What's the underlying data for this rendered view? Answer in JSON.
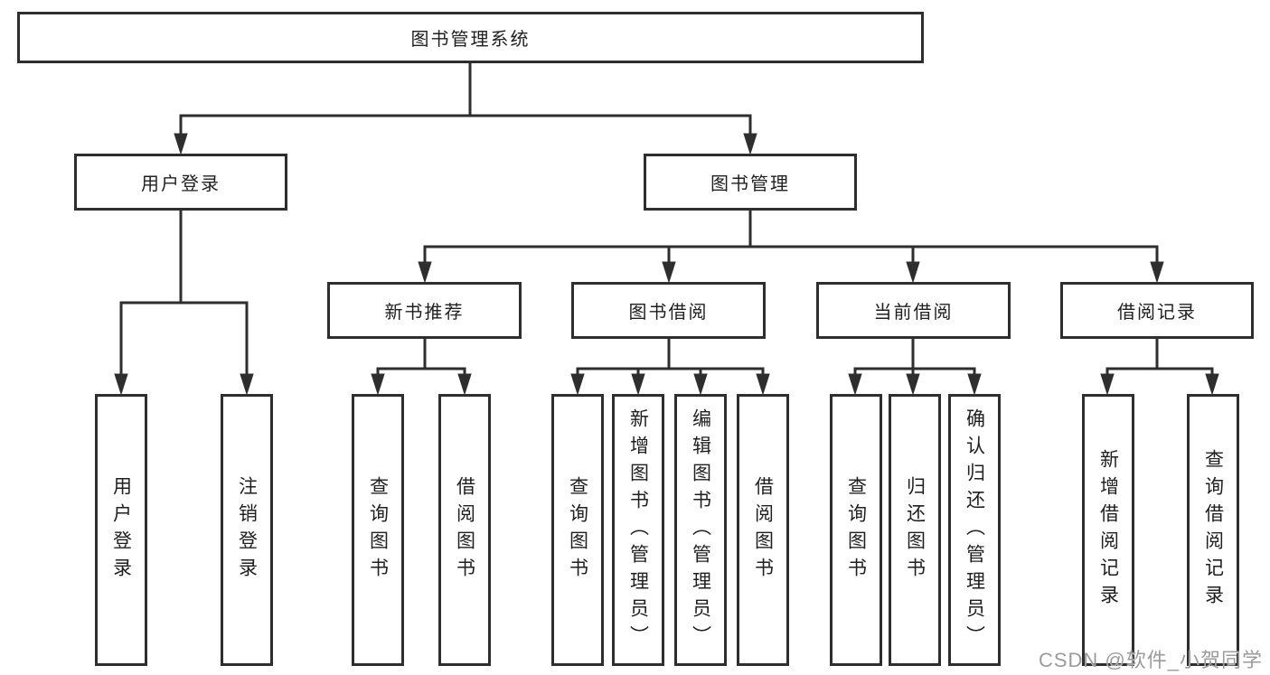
{
  "tree": {
    "root": {
      "label": "图书管理系统",
      "children": [
        {
          "label": "用户登录",
          "children": [
            {
              "label": "用户登录"
            },
            {
              "label": "注销登录"
            }
          ]
        },
        {
          "label": "图书管理",
          "children": [
            {
              "label": "新书推荐",
              "children": [
                {
                  "label": "查询图书"
                },
                {
                  "label": "借阅图书"
                }
              ]
            },
            {
              "label": "图书借阅",
              "children": [
                {
                  "label": "查询图书"
                },
                {
                  "label": "新增图书（管理员）"
                },
                {
                  "label": "编辑图书（管理员）"
                },
                {
                  "label": "借阅图书"
                }
              ]
            },
            {
              "label": "当前借阅",
              "children": [
                {
                  "label": "查询图书"
                },
                {
                  "label": "归还图书"
                },
                {
                  "label": "确认归还（管理员）"
                }
              ]
            },
            {
              "label": "借阅记录",
              "children": [
                {
                  "label": "新增借阅记录"
                },
                {
                  "label": "查询借阅记录"
                }
              ]
            }
          ]
        }
      ]
    }
  },
  "watermark": {
    "text": "CSDN @软件_小贺同学"
  },
  "colors": {
    "line": "#2e2e2e",
    "box_border": "#2e2e2e",
    "text": "#1f1f1f",
    "background": "#ffffff",
    "watermark": "#9b9b9b"
  }
}
